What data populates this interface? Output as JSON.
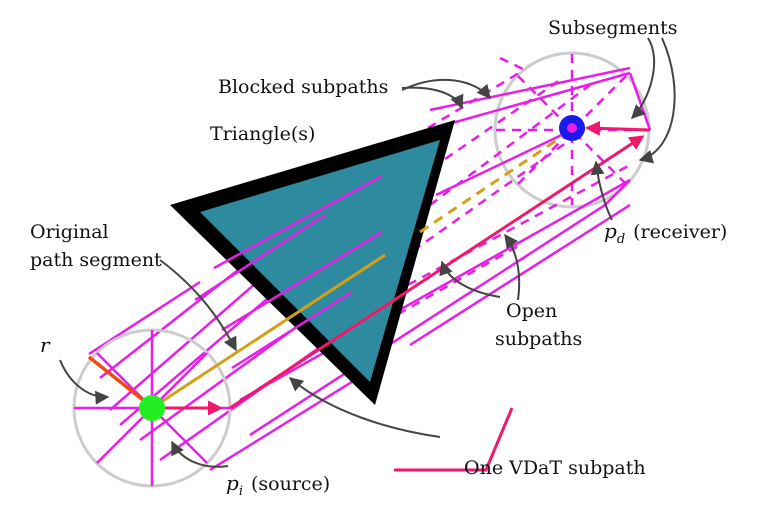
{
  "labels": {
    "subsegments": "Subsegments",
    "blocked_subpaths": "Blocked subpaths",
    "triangles": "Triangle(s)",
    "original_path_line1": "Original",
    "original_path_line2": "path segment",
    "receiver_symbol": "p",
    "receiver_subscript": "d",
    "receiver_text": "(receiver)",
    "open_line1": "Open",
    "open_line2": "subpaths",
    "radius_symbol": "r",
    "source_symbol": "p",
    "source_subscript": "i",
    "source_text": "(source)",
    "legend_text": "One VDaT subpath"
  },
  "colors": {
    "subpath": "#e81ee8",
    "vdat_subpath": "#f0186a",
    "triangle_fill": "#2e8a9e",
    "triangle_border": "#000000",
    "circle": "#cccccc",
    "original_path": "#d4a017",
    "source_dot": "#22ee22",
    "receiver_dot": "#1a1aee",
    "radius": "#f04a10",
    "callout": "#444444"
  }
}
